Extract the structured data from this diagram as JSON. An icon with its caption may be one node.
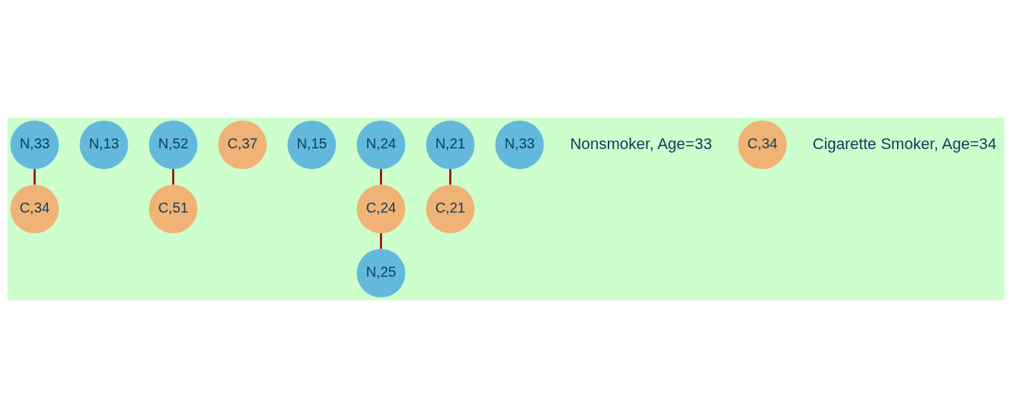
{
  "diagram": {
    "nodes": [
      {
        "text": [
          "N,33"
        ]
      },
      {
        "text": [
          "C,34"
        ]
      },
      {
        "text": [
          "N,13"
        ]
      },
      {
        "text": [
          "N,52"
        ]
      },
      {
        "text": [
          "C,37"
        ]
      },
      {
        "text": [
          "C,51"
        ]
      },
      {
        "text": [
          "N,15"
        ]
      },
      {
        "text": [
          "N,24"
        ]
      },
      {
        "text": [
          "N,21"
        ]
      },
      {
        "text": [
          "C,24"
        ]
      },
      {
        "text": [
          "C,21"
        ]
      },
      {
        "text": [
          "N,25"
        ]
      },
      {
        "text": [
          "N,33"
        ],
        "beside": [
          "Nonsmoker, Age=33"
        ]
      },
      {
        "text": [
          "C,34"
        ],
        "beside": [
          "Cigarette Smoker, Age=34"
        ]
      }
    ],
    "edges": [
      {
        "from": 0,
        "to": 1,
        "arrow": "none"
      },
      {
        "from": 3,
        "to": 5,
        "arrow": "none"
      },
      {
        "from": 7,
        "to": 9,
        "arrow": "none"
      },
      {
        "from": 9,
        "to": 11,
        "arrow": "none"
      },
      {
        "from": 8,
        "to": 10,
        "arrow": "none"
      }
    ]
  }
}
